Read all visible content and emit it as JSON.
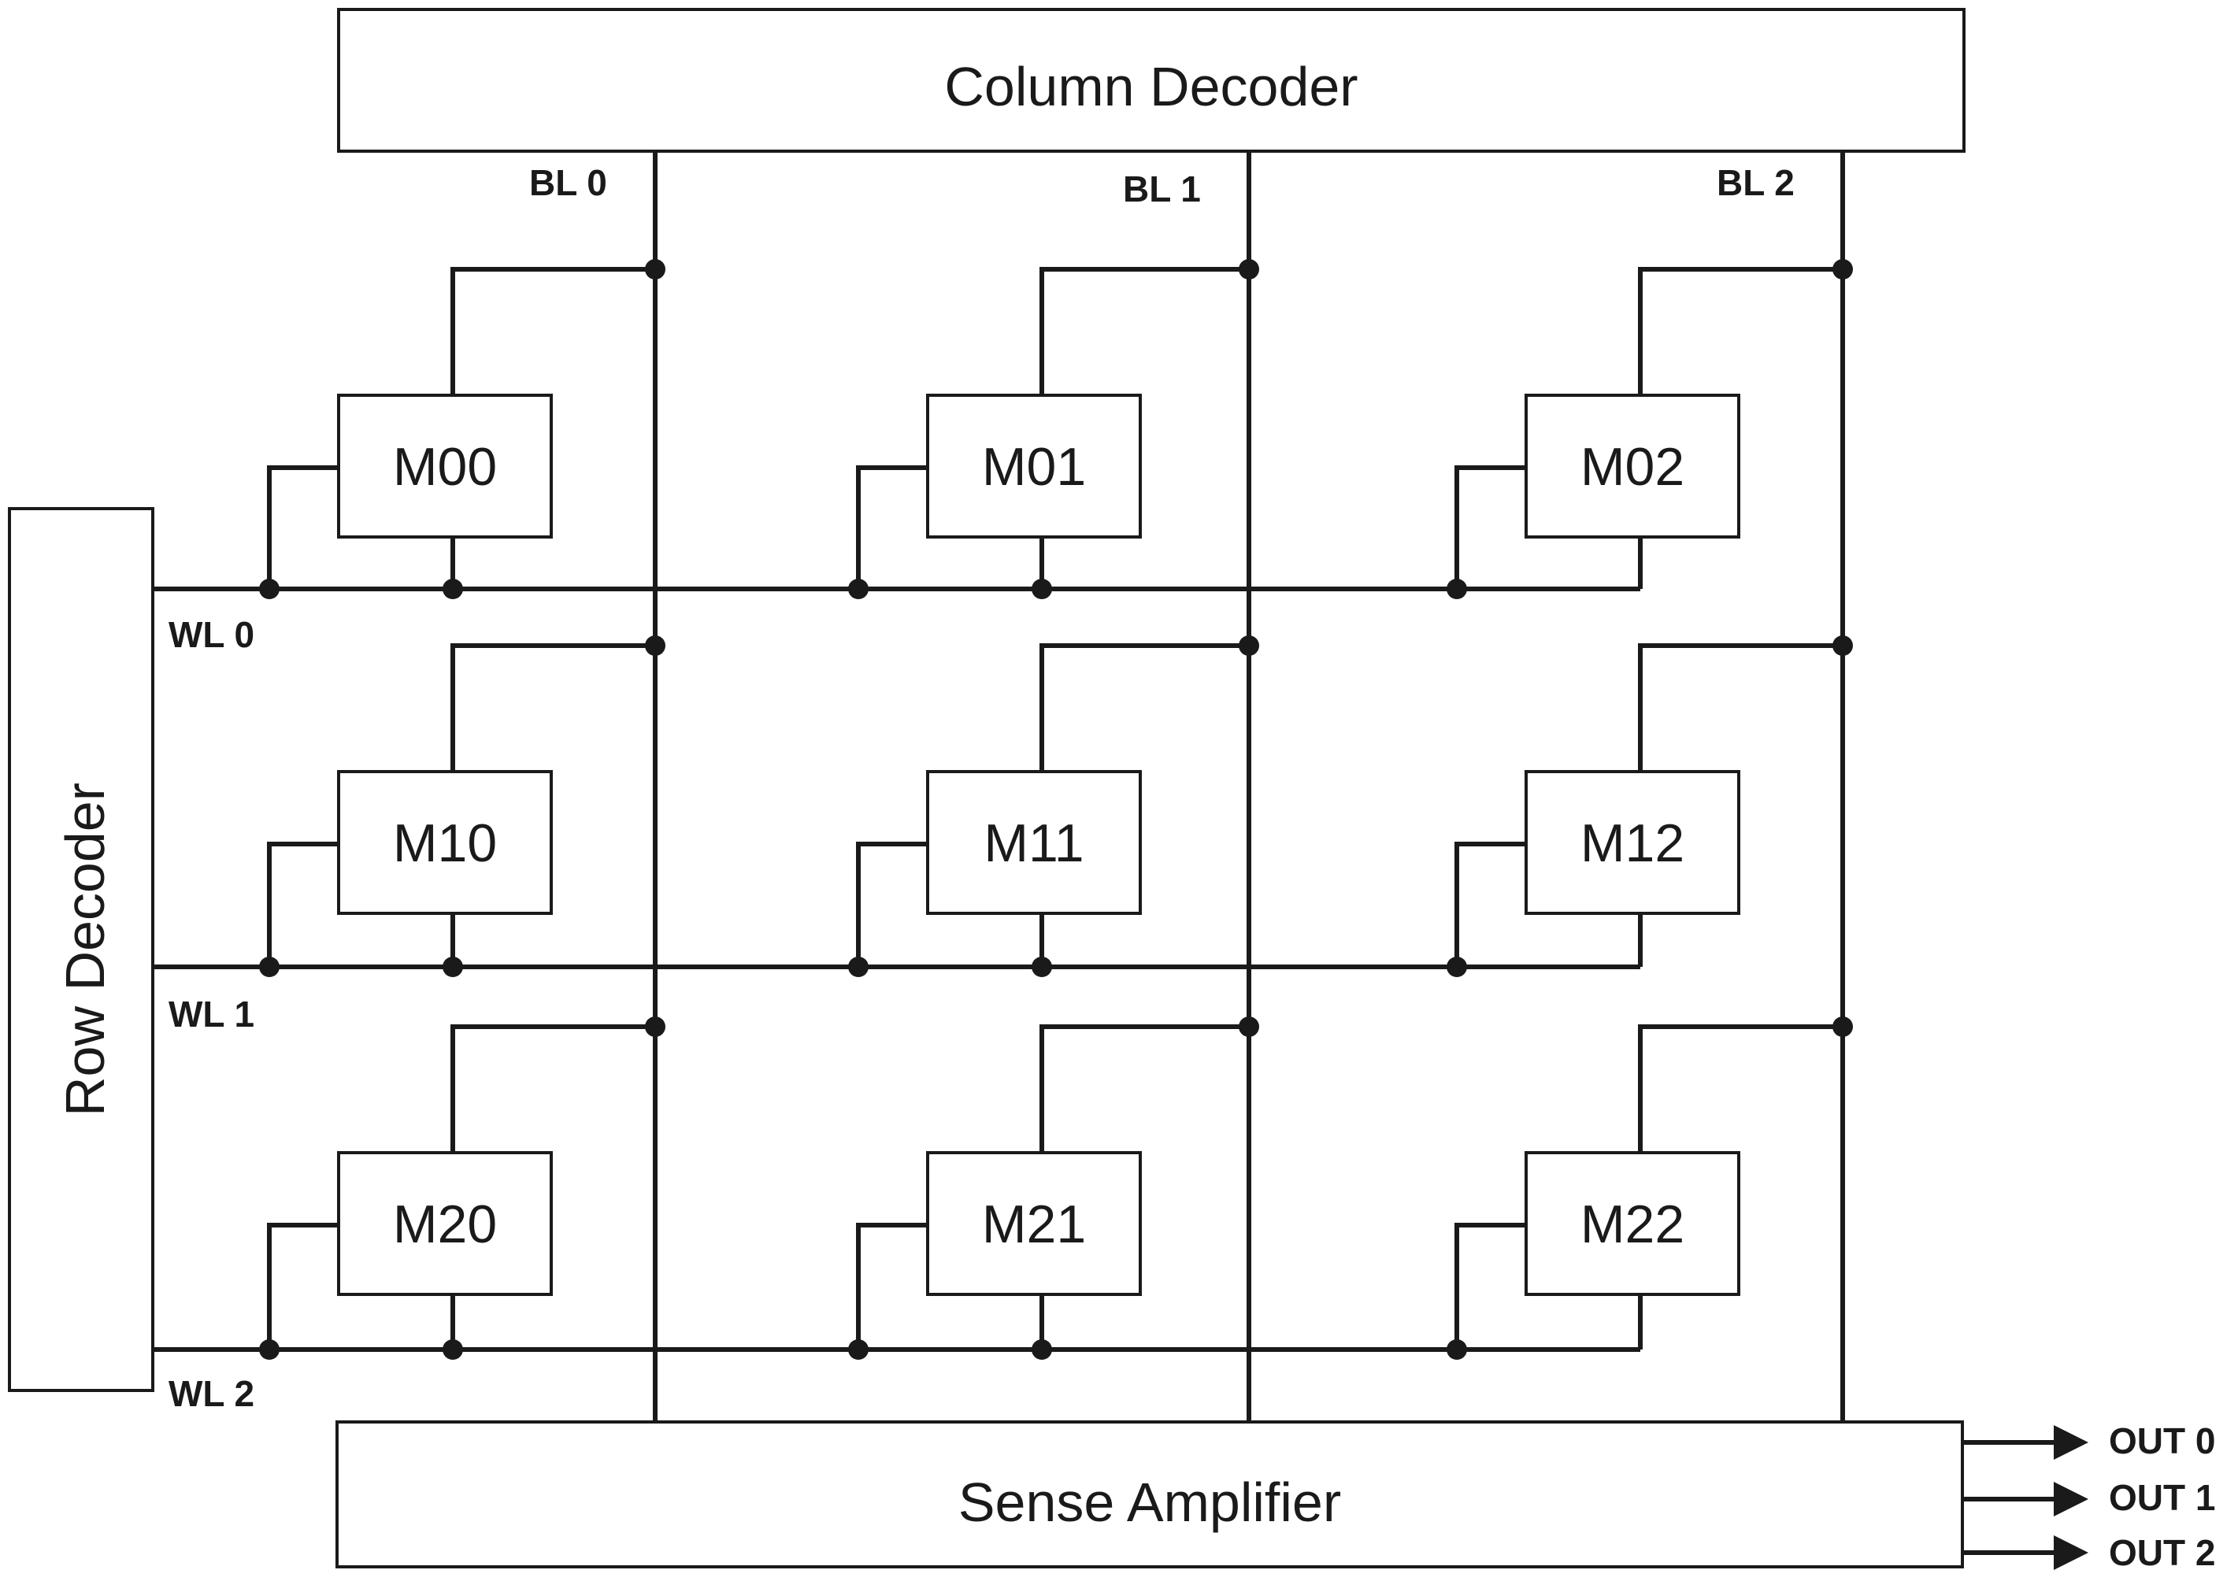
{
  "blocks": {
    "column_decoder": "Column Decoder",
    "row_decoder": "Row Decoder",
    "sense_amplifier": "Sense Amplifier"
  },
  "bit_lines": [
    "BL 0",
    "BL 1",
    "BL 2"
  ],
  "word_lines": [
    "WL 0",
    "WL 1",
    "WL 2"
  ],
  "cells": [
    [
      "M00",
      "M01",
      "M02"
    ],
    [
      "M10",
      "M11",
      "M12"
    ],
    [
      "M20",
      "M21",
      "M22"
    ]
  ],
  "outputs": [
    "OUT 0",
    "OUT 1",
    "OUT 2"
  ]
}
